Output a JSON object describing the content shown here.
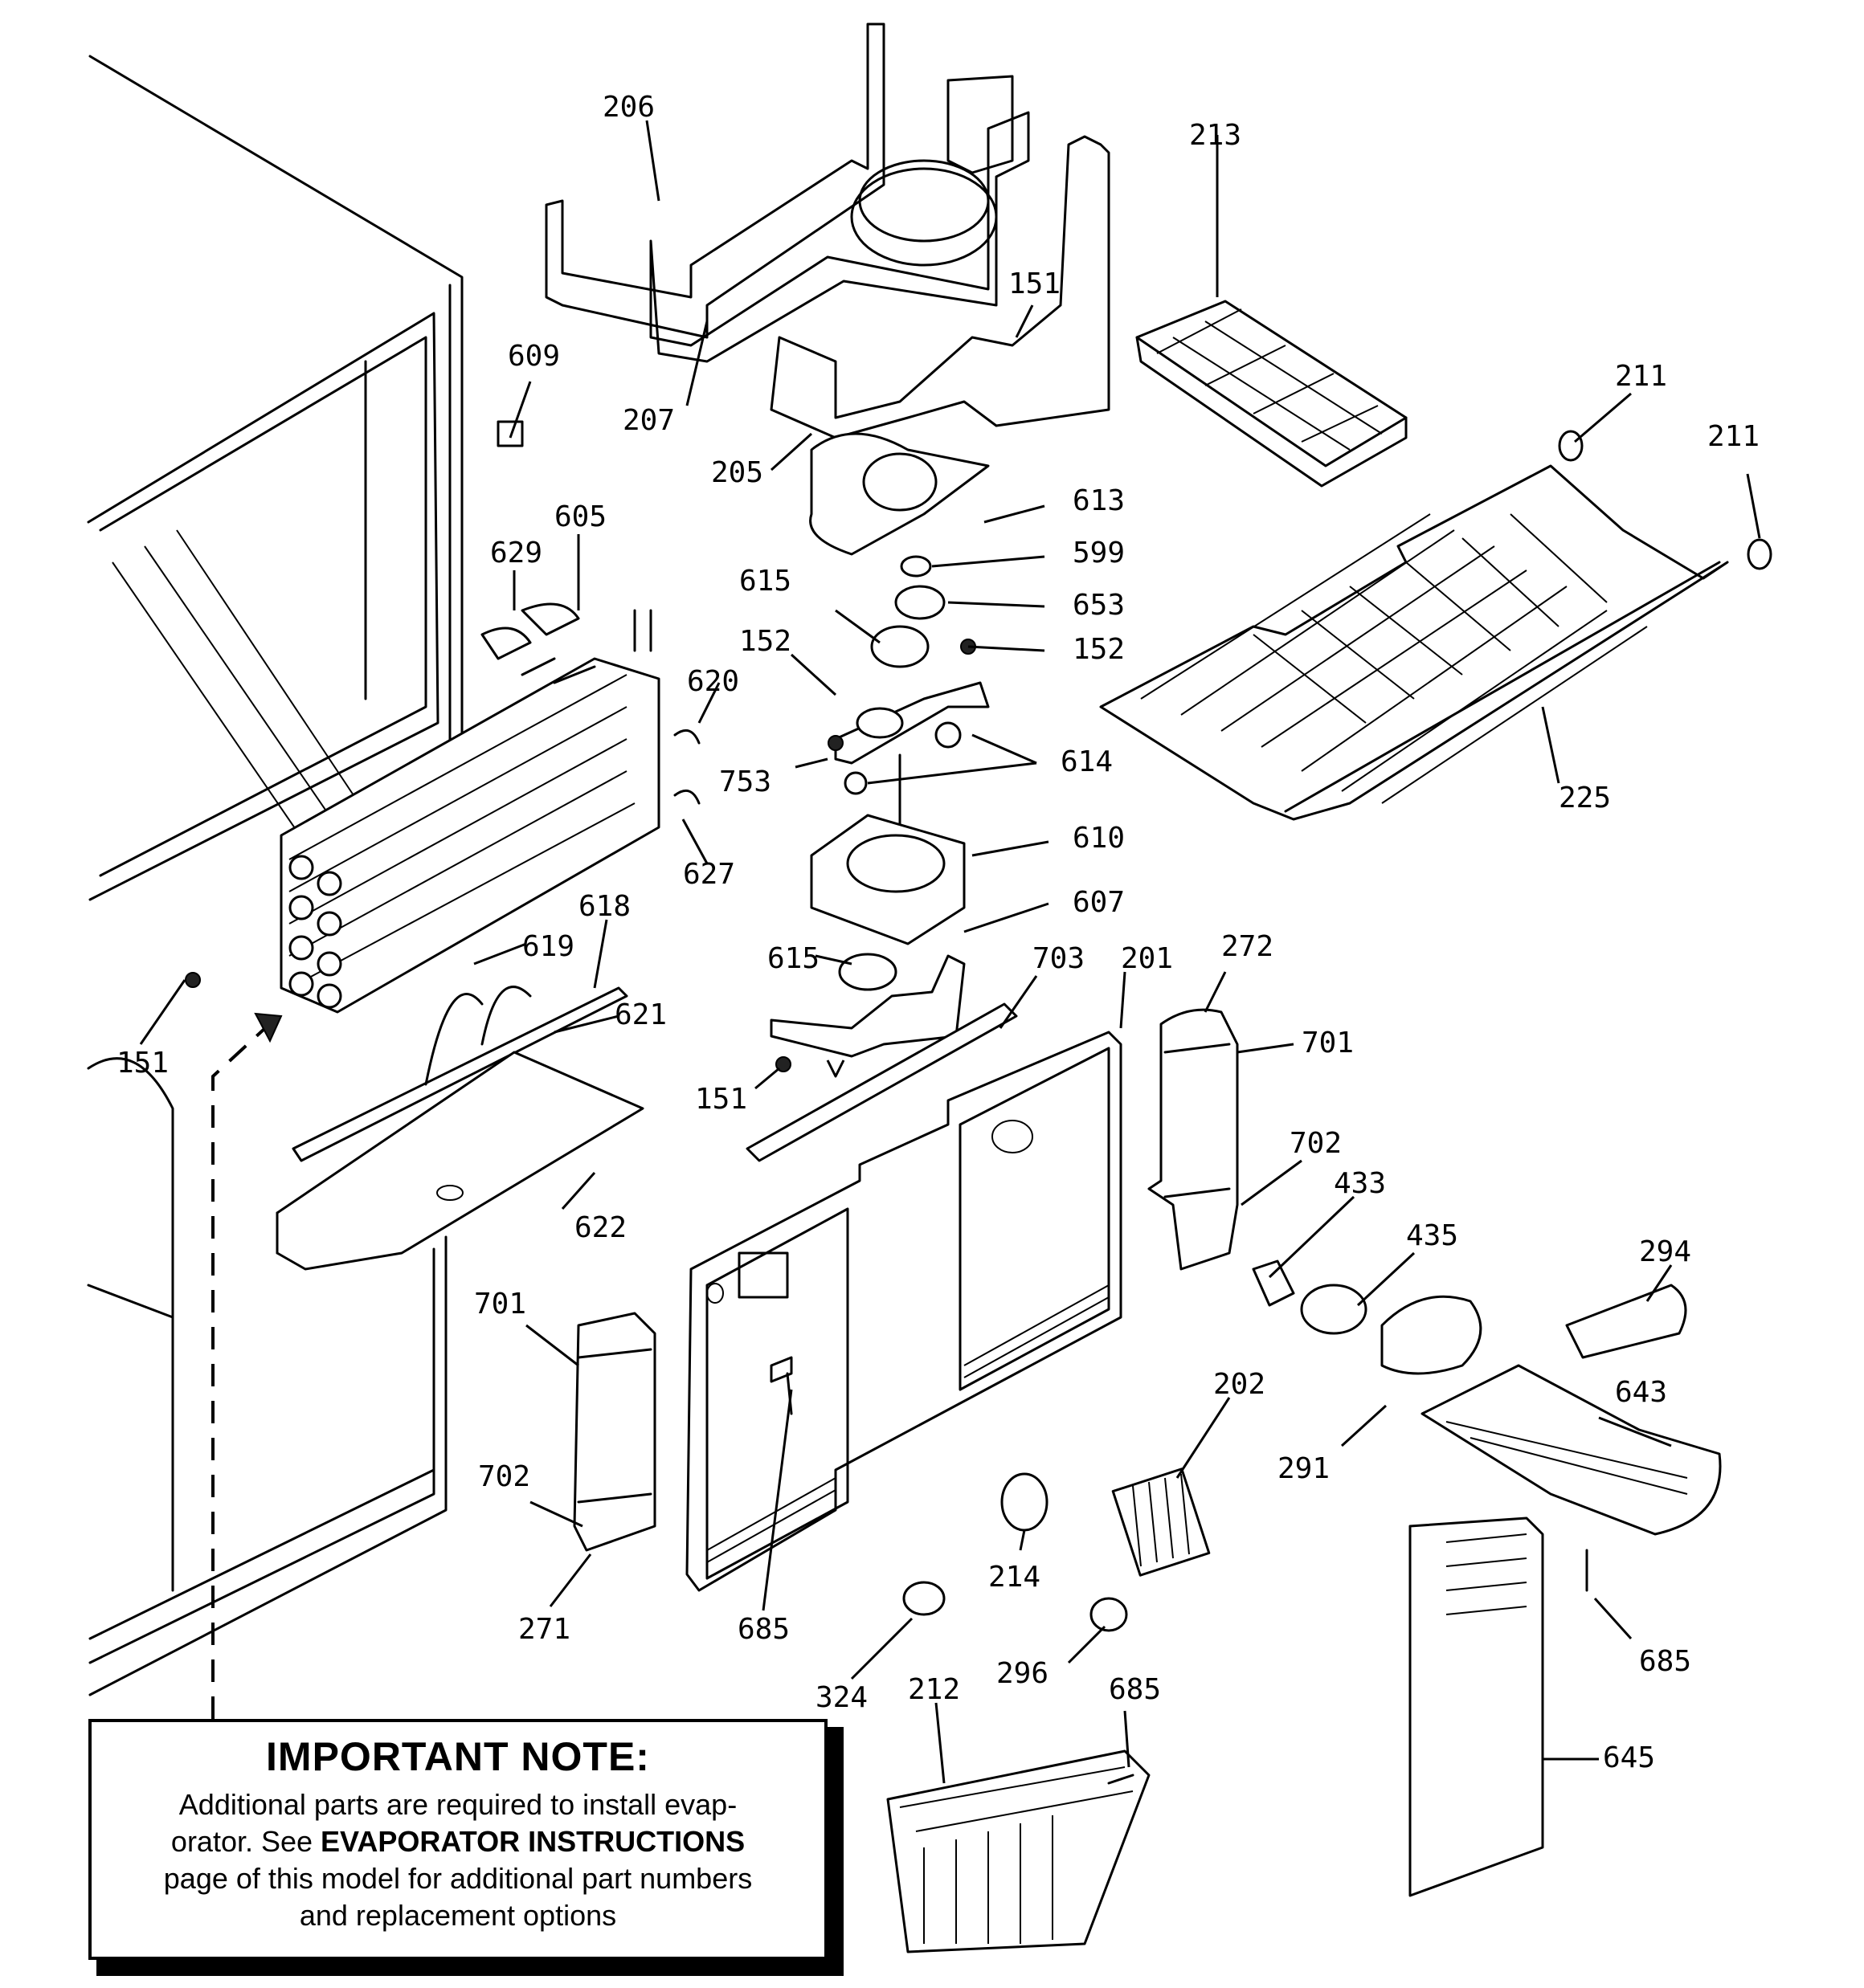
{
  "note": {
    "title": "IMPORTANT NOTE:",
    "line1": "Additional parts are required to install evap-",
    "line2_pre": "orator.  See ",
    "line2_bold": "EVAPORATOR INSTRUCTIONS",
    "line3": "page of this model for additional part numbers",
    "line4": "and replacement options"
  },
  "callouts": {
    "c206": "206",
    "c207": "207",
    "c205": "205",
    "c213": "213",
    "c151a": "151",
    "c211a": "211",
    "c211b": "211",
    "c609": "609",
    "c605": "605",
    "c629": "629",
    "c613": "613",
    "c599": "599",
    "c615a": "615",
    "c653": "653",
    "c152a": "152",
    "c152b": "152",
    "c620": "620",
    "c614": "614",
    "c753": "753",
    "c225": "225",
    "c627": "627",
    "c610": "610",
    "c618": "618",
    "c607": "607",
    "c619": "619",
    "c615b": "615",
    "c703": "703",
    "c201": "201",
    "c272": "272",
    "c621": "621",
    "c701a": "701",
    "c151b": "151",
    "c151c": "151",
    "c702a": "702",
    "c433": "433",
    "c622": "622",
    "c435": "435",
    "c294": "294",
    "c701b": "701",
    "c702b": "702",
    "c643": "643",
    "c202": "202",
    "c291": "291",
    "c271": "271",
    "c214": "214",
    "c685a": "685",
    "c685b": "685",
    "c685c": "685",
    "c324": "324",
    "c212": "212",
    "c296": "296",
    "c645": "645"
  }
}
